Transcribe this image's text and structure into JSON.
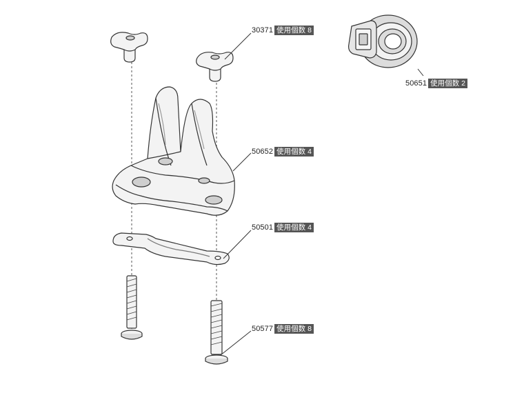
{
  "parts": [
    {
      "id": "30371",
      "part_number": "30371",
      "qty_label": "使用個数",
      "qty": "8",
      "icon": "knob-icon"
    },
    {
      "id": "50652",
      "part_number": "50652",
      "qty_label": "使用個数",
      "qty": "4",
      "icon": "foot-pad-icon"
    },
    {
      "id": "50501",
      "part_number": "50501",
      "qty_label": "使用個数",
      "qty": "4",
      "icon": "base-plate-icon"
    },
    {
      "id": "50577",
      "part_number": "50577",
      "qty_label": "使用個数",
      "qty": "8",
      "icon": "bolt-icon"
    },
    {
      "id": "50651",
      "part_number": "50651",
      "qty_label": "使用個数",
      "qty": "2",
      "icon": "strap-icon"
    }
  ],
  "colors": {
    "line": "#333333",
    "badge_bg": "#555555",
    "badge_text": "#ffffff",
    "part_fill": "#f2f2f2",
    "shade": "#cfcfcf"
  }
}
